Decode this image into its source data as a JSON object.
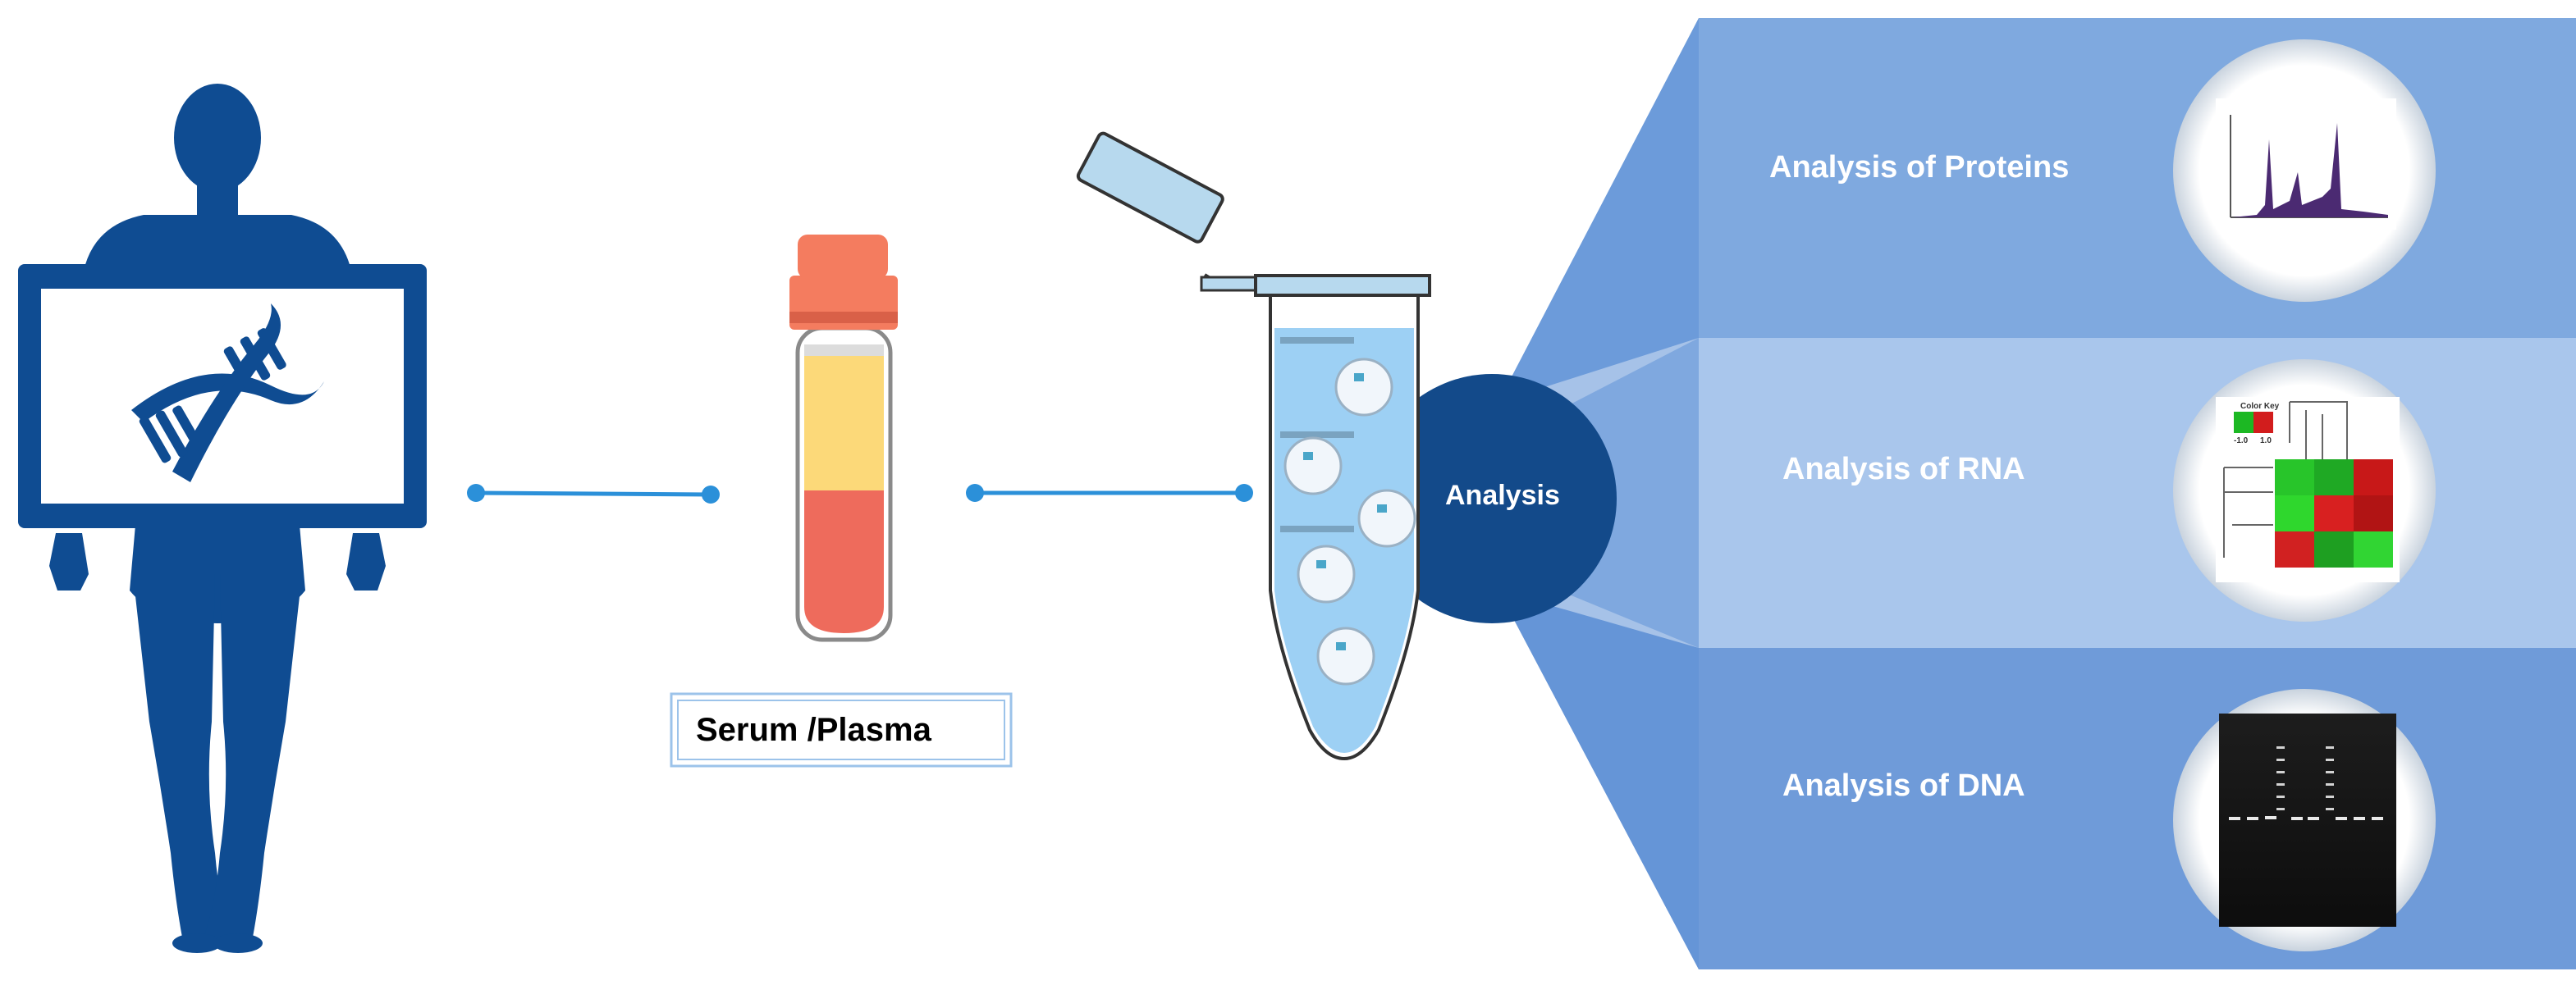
{
  "labels": {
    "serum_plasma": "Serum /Plasma",
    "analysis": "Analysis"
  },
  "panels": [
    {
      "label": "Analysis of Proteins",
      "thumbnail": "protein-chromatogram"
    },
    {
      "label": "Analysis of RNA",
      "thumbnail": "rna-heatmap"
    },
    {
      "label": "Analysis of DNA",
      "thumbnail": "dna-gel"
    }
  ],
  "heatmap": {
    "legend_title": "Color Key",
    "legend_min": "-1.0",
    "legend_max": "1.0"
  },
  "colors": {
    "navy": "#0f4c92",
    "dark_circle": "#134a8a",
    "connector": "#2b90d9",
    "panel_dark": "#7fa9df",
    "panel_light": "#a9c6ec",
    "panel_mid": "#6f9bd9",
    "cap_orange": "#f47c5f",
    "serum_yellow": "#fcd979",
    "blood_red": "#ee6b5c",
    "tube_blue": "#9dd0f4"
  }
}
